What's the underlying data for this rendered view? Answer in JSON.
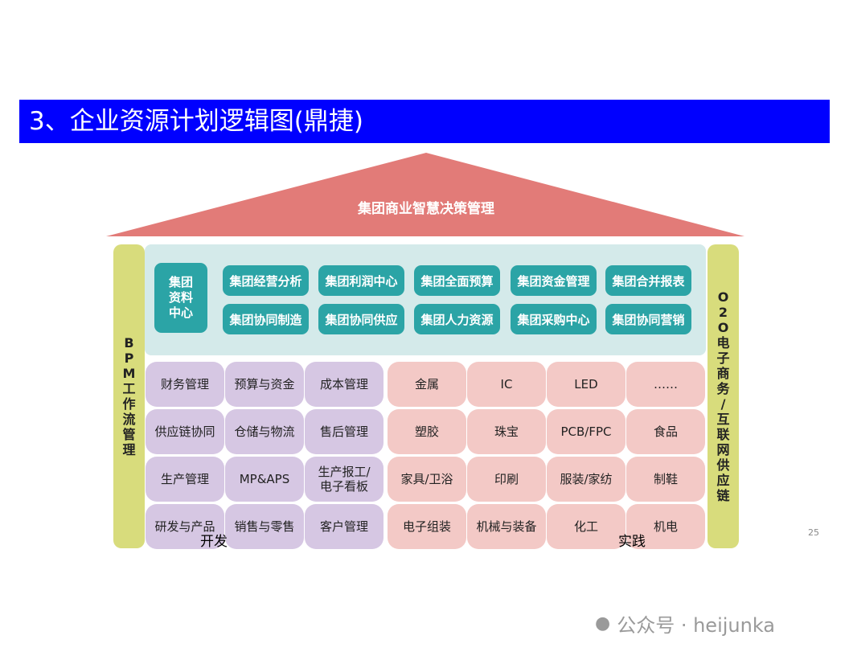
{
  "title": "3、企业资源计划逻辑图(鼎捷)",
  "roof": "集团商业智慧决策管理",
  "left_pillar": [
    "B",
    "P",
    "M",
    "工",
    "作",
    "流",
    "管",
    "理"
  ],
  "right_pillar": [
    "O",
    "2",
    "O",
    "电",
    "子",
    "商",
    "务",
    "/",
    "互",
    "联",
    "网",
    "供",
    "应",
    "链"
  ],
  "data_center": "集团资料中心",
  "group_modules": [
    [
      "集团经营分析",
      "集团利润中心",
      "集团全面预算",
      "集团资金管理",
      "集团合并报表"
    ],
    [
      "集团协同制造",
      "集团协同供应",
      "集团人力资源",
      "集团采购中心",
      "集团协同营销"
    ]
  ],
  "functions": [
    [
      "财务管理",
      "预算与资金",
      "成本管理"
    ],
    [
      "供应链协同",
      "仓储与物流",
      "售后管理"
    ],
    [
      "生产管理",
      "MP&APS",
      "生产报工/电子看板"
    ],
    [
      "研发与产品",
      "销售与零售",
      "客户管理"
    ]
  ],
  "industries": [
    [
      "金属",
      "IC",
      "LED",
      "……"
    ],
    [
      "塑胶",
      "珠宝",
      "PCB/FPC",
      "食品"
    ],
    [
      "家具/卫浴",
      "印刷",
      "服装/家纺",
      "制鞋"
    ],
    [
      "电子组装",
      "机械与装备",
      "化工",
      "机电"
    ]
  ],
  "annotations": {
    "left": "开发",
    "right": "实践"
  },
  "page_number": "25",
  "watermark": "公众号 · heijunka"
}
